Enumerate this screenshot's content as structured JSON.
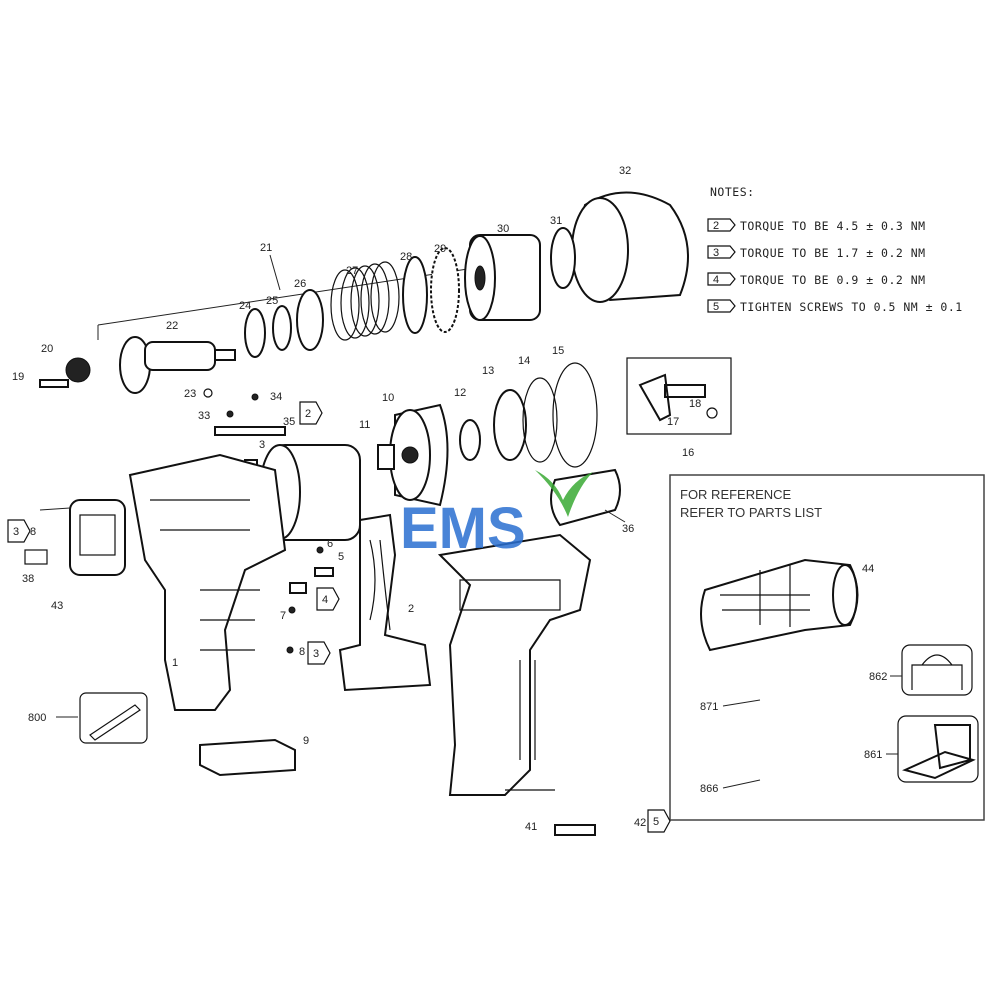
{
  "notes": {
    "title": "NOTES:",
    "items": [
      {
        "badge": "2",
        "text": "TORQUE TO BE 4.5 ± 0.3 NM"
      },
      {
        "badge": "3",
        "text": "TORQUE TO BE 1.7 ± 0.2 NM"
      },
      {
        "badge": "4",
        "text": "TORQUE TO BE 0.9 ± 0.2 NM"
      },
      {
        "badge": "5",
        "text": "TIGHTEN SCREWS TO 0.5 NM  ± 0.1"
      }
    ]
  },
  "reference_box": {
    "line1": "FOR REFERENCE",
    "line2": "REFER TO PARTS LIST",
    "parts": [
      "44",
      "862",
      "871",
      "861",
      "866"
    ]
  },
  "part_labels": [
    "32",
    "21",
    "31",
    "30",
    "29",
    "28",
    "27",
    "26",
    "25",
    "24",
    "22",
    "20",
    "19",
    "23",
    "34",
    "33",
    "35",
    "3",
    "10",
    "11",
    "12",
    "13",
    "14",
    "15",
    "18",
    "17",
    "16",
    "36",
    "8",
    "38",
    "43",
    "6",
    "5",
    "7",
    "2",
    "8",
    "1",
    "800",
    "9",
    "41",
    "42"
  ],
  "torque_callouts": [
    "2",
    "3",
    "4",
    "3",
    "5"
  ],
  "watermark": {
    "text": "EMS",
    "colors": [
      "#2a6fd1",
      "#e2561f",
      "#3aaa35"
    ]
  }
}
